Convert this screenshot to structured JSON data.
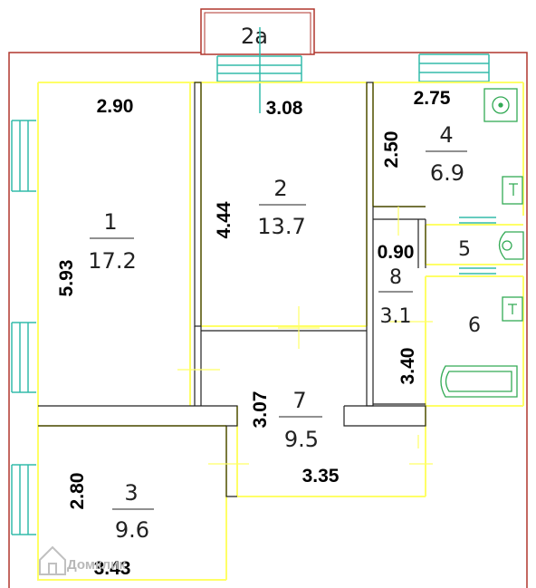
{
  "plan": {
    "colors": {
      "outer_wall": "#b0362d",
      "wall": "#000000",
      "room_outline": "#ffff66",
      "window": "#33bbaa",
      "fixture": "#33aa55",
      "door_mark": "#ffff66"
    },
    "balcony": {
      "label": "2а"
    },
    "rooms": [
      {
        "id": "1",
        "number": "1",
        "area": "17.2"
      },
      {
        "id": "2",
        "number": "2",
        "area": "13.7"
      },
      {
        "id": "3",
        "number": "3",
        "area": "9.6"
      },
      {
        "id": "4",
        "number": "4",
        "area": "6.9"
      },
      {
        "id": "5",
        "number": "5",
        "area": ""
      },
      {
        "id": "6",
        "number": "6",
        "area": ""
      },
      {
        "id": "7",
        "number": "7",
        "area": "9.5"
      },
      {
        "id": "8",
        "number": "8",
        "area": "3.1"
      }
    ],
    "dimensions": {
      "room1_width": "2.90",
      "room1_height": "5.93",
      "room2_width": "3.08",
      "room2_height": "4.44",
      "room4_width": "2.75",
      "room4_height": "2.50",
      "room5_width": "0.90",
      "room8_height": "3.40",
      "room7_height": "3.07",
      "room7_width": "3.35",
      "room3_height": "2.80",
      "room3_width": "3.43"
    },
    "watermark": "Домклик"
  }
}
